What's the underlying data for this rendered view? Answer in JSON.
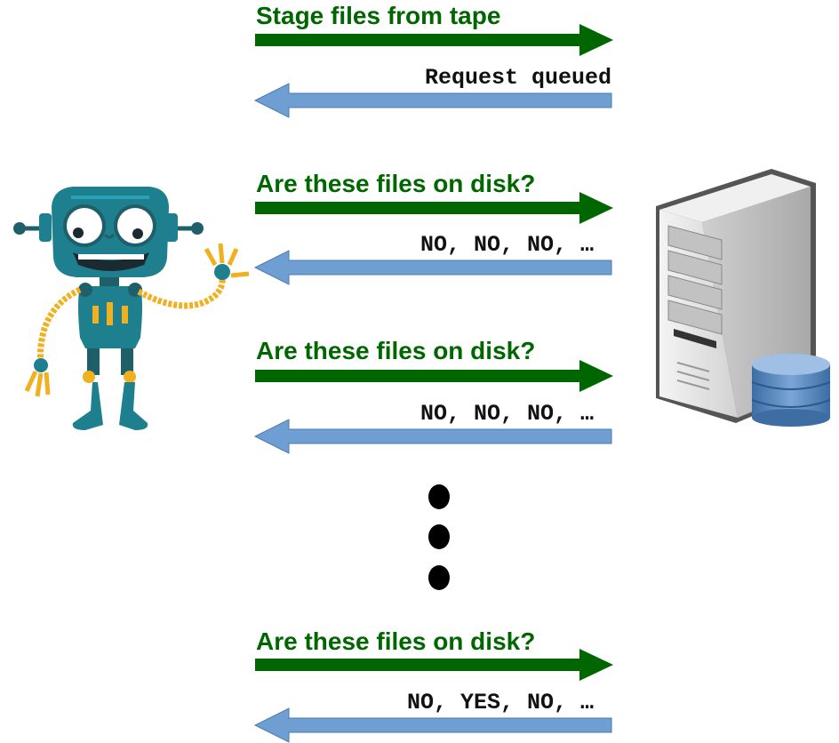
{
  "colors": {
    "request": "#006600",
    "response_fill": "#6f9fd2",
    "response_stroke": "#4a7bb0",
    "text_response": "#111111",
    "robot_body": "#1e7f8f",
    "robot_accent": "#f0b020",
    "server_body": "#e6e6e6",
    "database": "#4f7fb4"
  },
  "exchanges": [
    {
      "request": "Stage files from tape",
      "response": "Request queued"
    },
    {
      "request": "Are these files on disk?",
      "response": "NO, NO, NO, …"
    },
    {
      "request": "Are these files on disk?",
      "response": "NO, NO, NO, …"
    },
    {
      "request": "Are these files on disk?",
      "response": "NO, YES, NO, …"
    }
  ],
  "icons": {
    "client": "robot-icon",
    "server": "server-icon",
    "storage": "database-icon",
    "ellipsis": "vertical-ellipsis-icon"
  }
}
